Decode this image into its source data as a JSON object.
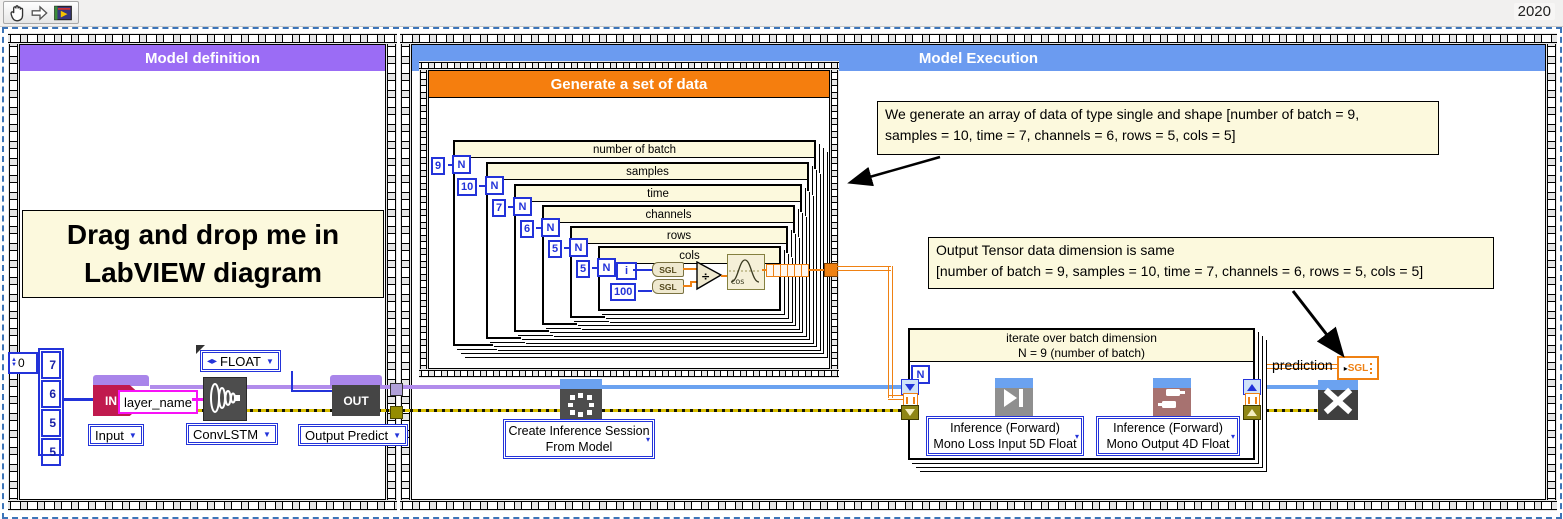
{
  "toolbar": {
    "year": "2020"
  },
  "frames": {
    "left_title": "Model definition",
    "right_title": "Model Execution",
    "generate_title": "Generate a set of data"
  },
  "drag_label": {
    "line1": "Drag and drop me in",
    "line2": "LabVIEW diagram"
  },
  "model_def": {
    "array_index": "0",
    "array_values": [
      "7",
      "6",
      "5",
      "5"
    ],
    "in_label": "IN",
    "input_selector": "Input",
    "layer_name": "layer_name",
    "convlstm_selector": "ConvLSTM",
    "float_enum": "FLOAT",
    "out_label": "OUT",
    "output_selector": "Output Predict"
  },
  "generate": {
    "n_label": "N",
    "loops": [
      {
        "label": "number of batch",
        "count": "9"
      },
      {
        "label": "samples",
        "count": "10"
      },
      {
        "label": "time",
        "count": "7"
      },
      {
        "label": "channels",
        "count": "6"
      },
      {
        "label": "rows",
        "count": "5"
      },
      {
        "label": "cols",
        "count": "5"
      }
    ],
    "iter": "i",
    "divisor": "100",
    "sgl": "SGL",
    "divide": "÷",
    "cos": "cos"
  },
  "execution": {
    "create_session_line1": "Create Inference Session",
    "create_session_line2": "From Model",
    "loop_line1": "iterate over batch dimension",
    "loop_line2": "N = 9 (number of batch)",
    "n_label": "N",
    "inference1_line1": "Inference (Forward)",
    "inference1_line2": "Mono Loss Input 5D Float",
    "inference2_line1": "Inference (Forward)",
    "inference2_line2": "Mono Output 4D Float",
    "prediction_label": "prediction",
    "prediction_type": "SGL"
  },
  "annotations": {
    "gen_line1": "We generate an array of data of type single and shape [number of batch = 9,",
    "gen_line2": "samples = 10, time = 7, channels = 6, rows = 5, cols = 5]",
    "out_line1": "Output Tensor data dimension is same",
    "out_line2": "[number of batch = 9, samples = 10, time = 7, channels = 6, rows = 5, cols = 5]"
  },
  "icons": {
    "dropdown": "▼",
    "dropdown_small": "▾"
  },
  "colors": {
    "purple_header": "#9b6cf5",
    "blue_header": "#6b9bf0",
    "orange_header": "#f57e0e",
    "wire_purple": "#b18ceb",
    "wire_blue": "#6ba2f0",
    "wire_orange": "#ef8113",
    "terminal_blue": "#2333d9",
    "label_yellow": "#fcf9dd",
    "in_node_red": "#c01a4e"
  }
}
